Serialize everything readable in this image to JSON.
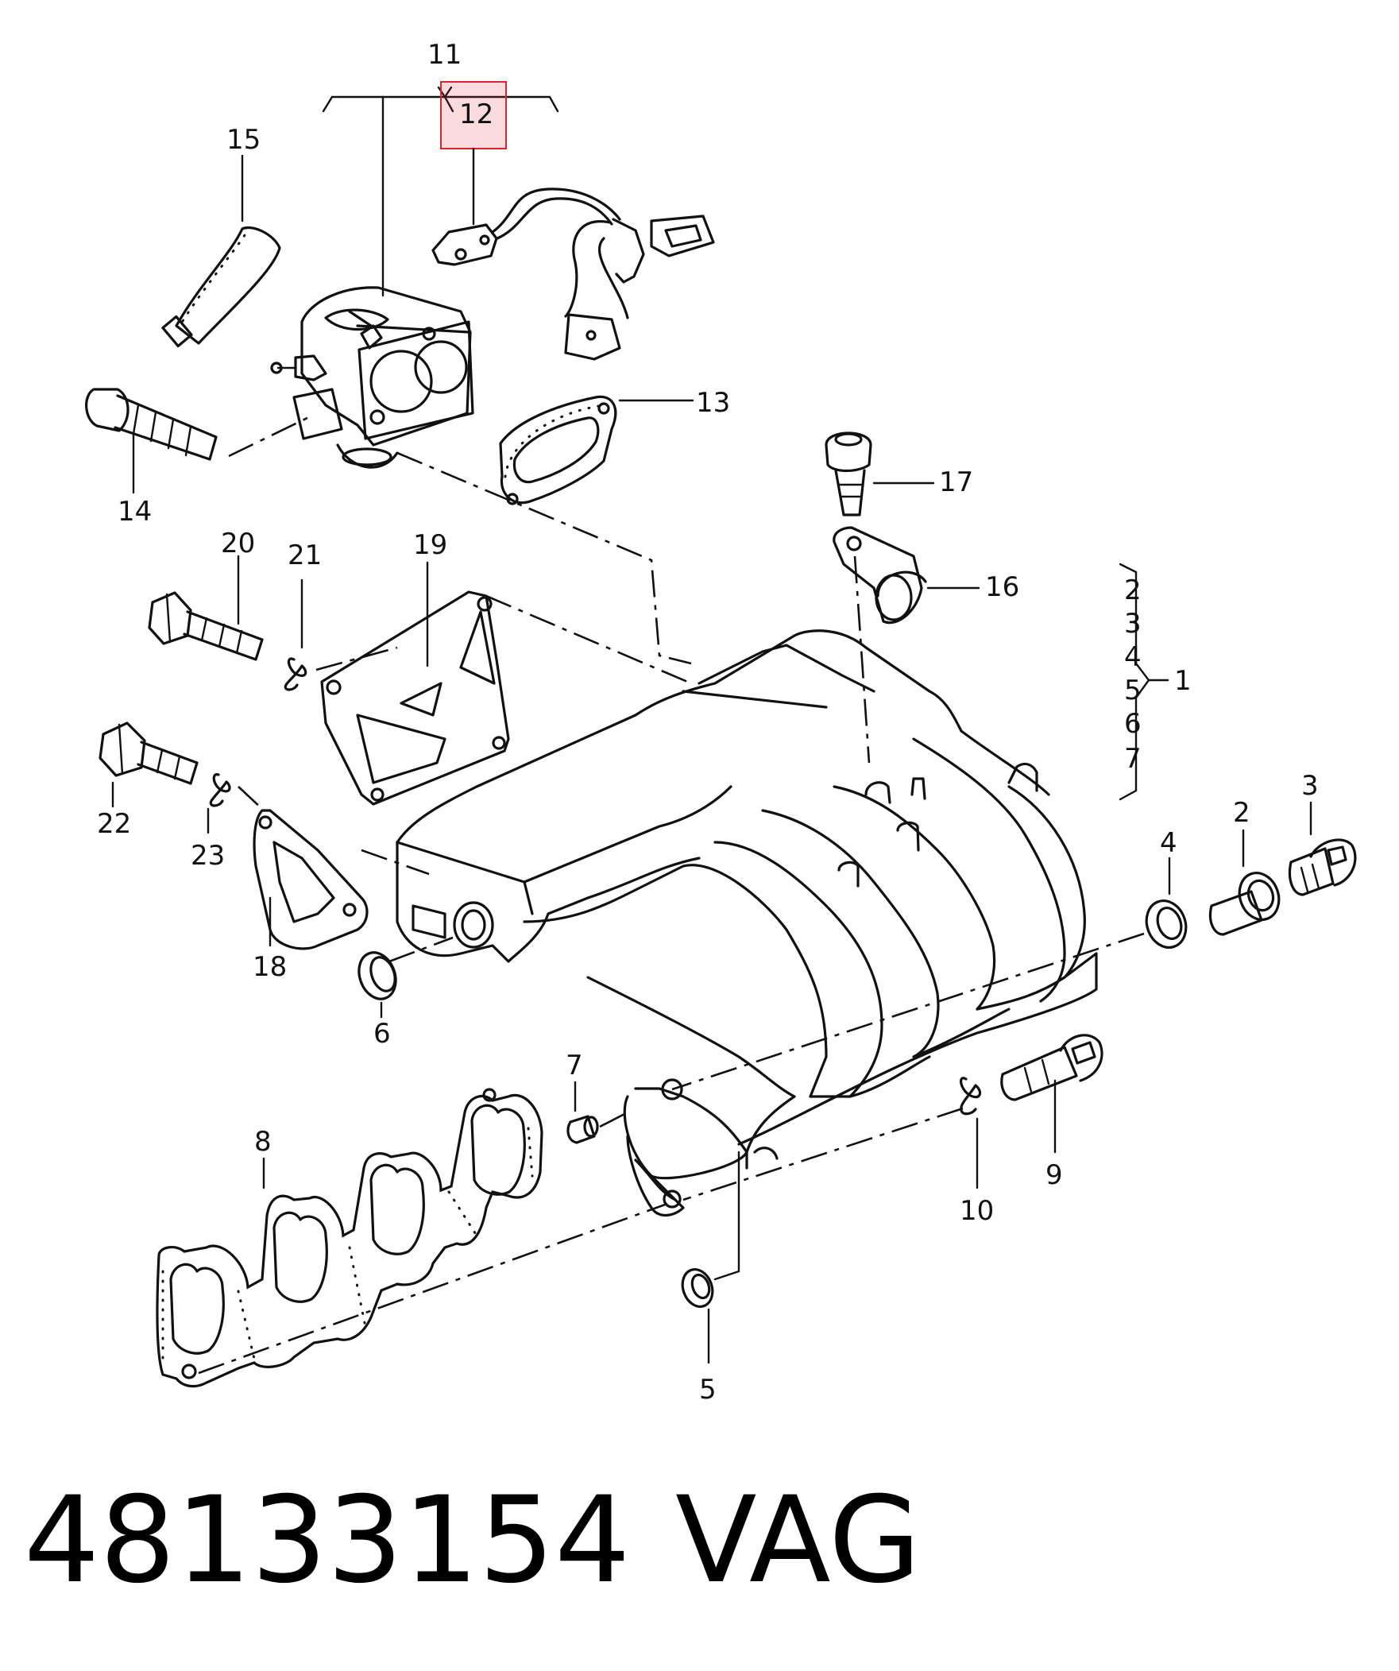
{
  "callouts": {
    "c1": "1",
    "c2": "2",
    "c3": "3",
    "c4": "4",
    "c5": "5",
    "c6": "6",
    "c7": "7",
    "c8": "8",
    "c9": "9",
    "c10": "10",
    "c11": "11",
    "c12": "12",
    "c13": "13",
    "c14": "14",
    "c15": "15",
    "c16": "16",
    "c17": "17",
    "c18": "18",
    "c19": "19",
    "c20": "20",
    "c21": "21",
    "c22": "22",
    "c23": "23"
  },
  "group_list": [
    "2",
    "3",
    "4",
    "5",
    "6",
    "7"
  ],
  "highlighted_part": "12",
  "caption": {
    "part_number": "48133154",
    "brand": "VAG"
  },
  "colors": {
    "line": "#111111",
    "highlight_stroke": "#d62a2a",
    "highlight_fill": "rgba(230,60,70,0.18)",
    "background": "#ffffff"
  }
}
